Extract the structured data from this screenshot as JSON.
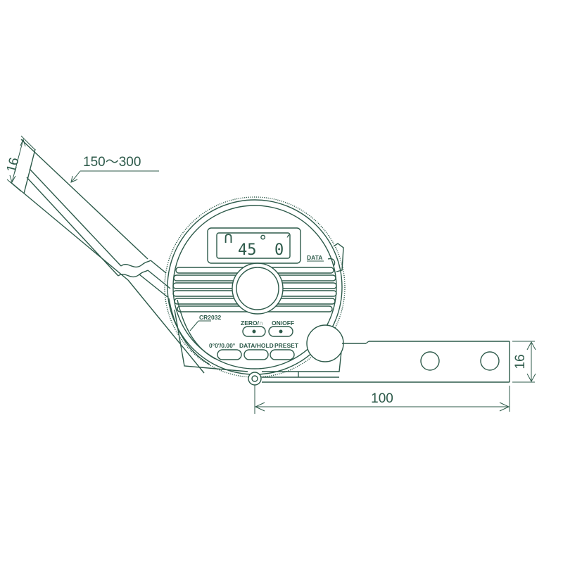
{
  "drawing": {
    "subject": "Digital protractor",
    "line_color": "#2d5a4a",
    "background": "#ffffff"
  },
  "dimensions": {
    "blade_width_left": "16",
    "blade_length": "150〜300",
    "base_width_right": "16",
    "base_length": "100"
  },
  "display": {
    "indicator": "∩",
    "degrees": "45",
    "degree_mark": "°",
    "minutes": "0",
    "minute_mark": "′"
  },
  "labels": {
    "data_port": "DATA",
    "battery": "CR2032",
    "zero": "ZERO/∩",
    "onoff": "ON/OFF",
    "units": "0°0′/0.00°",
    "data_hold": "DATA/HOLD",
    "preset": "PRESET"
  }
}
